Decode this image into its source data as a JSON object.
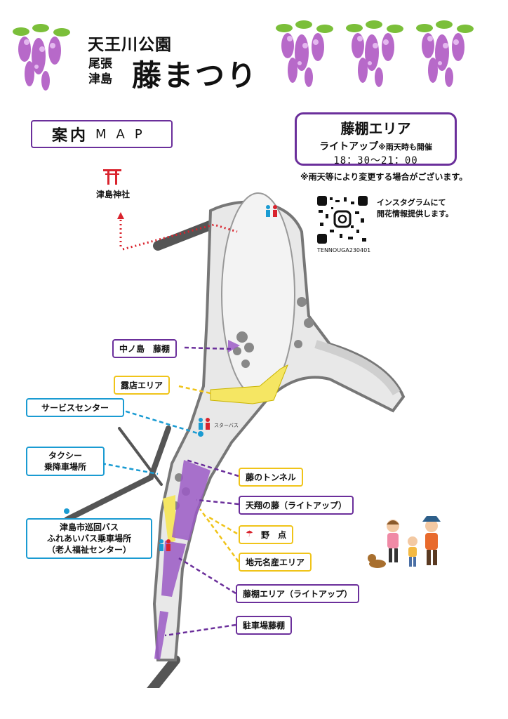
{
  "header": {
    "park_name": "天王川公園",
    "city_line1": "尾張",
    "city_line2": "津島",
    "festival": "藤まつり"
  },
  "guide": {
    "title_kanji": "案内",
    "title_map": "MAP"
  },
  "info_box": {
    "title": "藤棚エリア",
    "lightup": "ライトアップ",
    "rain_note": "※雨天時も開催",
    "hours": "18：30〜21：00"
  },
  "change_note": "※雨天等により変更する場合がございます。",
  "instagram": {
    "line1": "インスタグラムにて",
    "line2": "開花情報提供します。",
    "qr_caption": "TENNOUGA230401"
  },
  "shrine": "津島神社",
  "labels": {
    "nakanoshima": "中ノ島　藤棚",
    "stalls": "露店エリア",
    "service": "サービスセンター",
    "taxi_1": "タクシー",
    "taxi_2": "乗降車場所",
    "bus_1": "津島市巡回バス",
    "bus_2": "ふれあいバス乗車場所",
    "bus_3": "（老人福祉センター）",
    "tunnel": "藤のトンネル",
    "tensho": "天翔の藤（ライトアップ）",
    "noten": "野　点",
    "local": "地元名産エリア",
    "trellis_area": "藤棚エリア（ライトアップ）",
    "parking": "駐車場藤棚"
  },
  "map_text": {
    "star_bath": "スターバス"
  },
  "colors": {
    "purple": "#6b2f9b",
    "yellow": "#f0c419",
    "blue": "#1a9bd2",
    "red": "#d9232d",
    "road": "#555555"
  }
}
